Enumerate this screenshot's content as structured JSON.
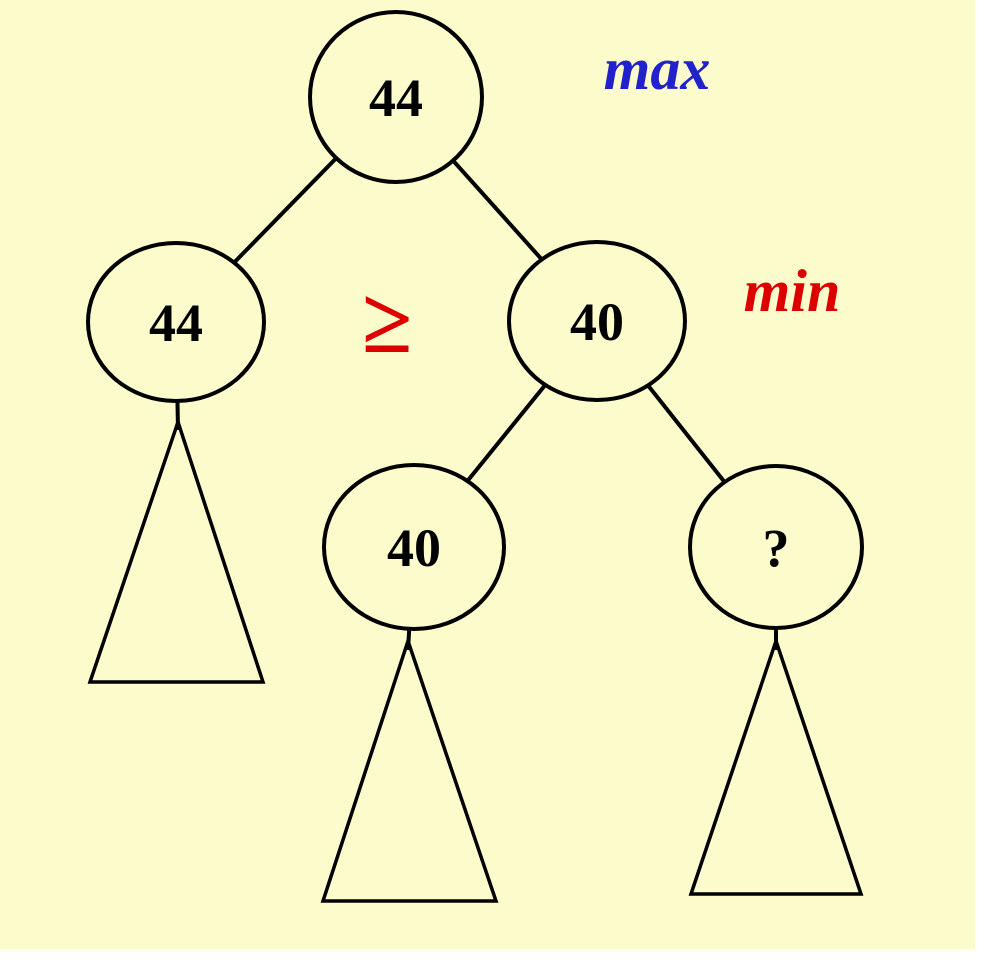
{
  "diagram": {
    "title": "minimax-tree",
    "background_color": "#fbfbcb",
    "stroke_color": "#000000",
    "nodes": {
      "root": {
        "label": "44"
      },
      "left": {
        "label": "44"
      },
      "right": {
        "label": "40"
      },
      "right_left": {
        "label": "40"
      },
      "right_right": {
        "label": "?"
      }
    },
    "annotations": {
      "max": {
        "label": "max",
        "color": "#2222cc"
      },
      "min": {
        "label": "min",
        "color": "#dd0000"
      },
      "comparison": {
        "label": "≥",
        "color": "#dd0000"
      }
    }
  }
}
